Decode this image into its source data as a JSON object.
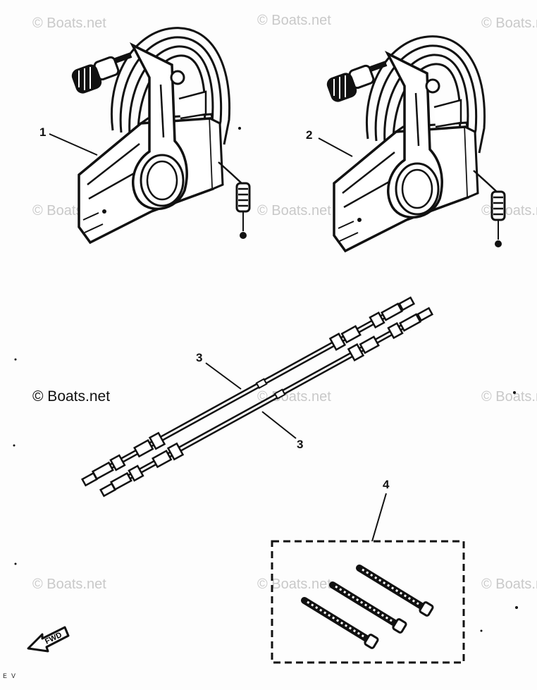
{
  "watermark": {
    "text": "© Boats.net",
    "main_text": "© Boats.net"
  },
  "callouts": {
    "part_1": "1",
    "part_2": "2",
    "part_3a": "3",
    "part_3b": "3",
    "part_4": "4"
  },
  "fwd_arrow": {
    "label": "FWD",
    "icon": "forward-arrow-icon"
  },
  "page_code": "E V",
  "colors": {
    "ink": "#111111",
    "watermark": "#c9c9c9",
    "paper": "#fdfdfd"
  }
}
